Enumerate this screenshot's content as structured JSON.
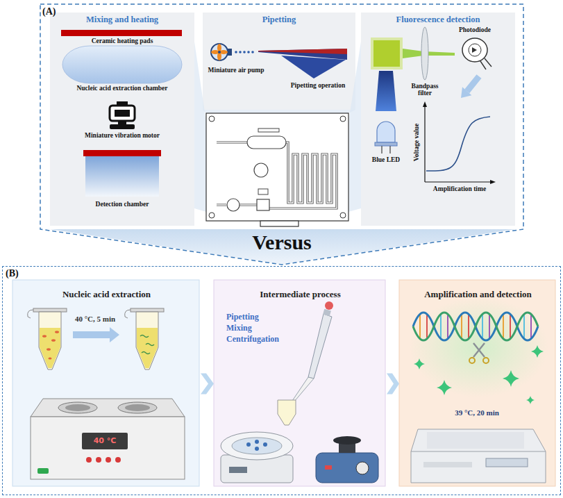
{
  "diagram": {
    "nodes": [
      {
        "text": [
          "(A)"
        ]
      },
      {
        "text": [
          "Mixing and heating"
        ],
        "in": 0
      },
      {
        "text": [
          "Pipetting"
        ],
        "in": 0
      },
      {
        "text": [
          "Fluorescence detection"
        ],
        "in": 0
      },
      {
        "text": [
          "(B)"
        ]
      },
      {
        "text": [
          "Nucleic acid extraction"
        ],
        "in": 4
      },
      {
        "text": [
          "Intermediate process"
        ],
        "in": 4
      },
      {
        "text": [
          "Amplification and detection"
        ],
        "in": 4
      }
    ],
    "edges": [
      {
        "from": 5,
        "to": 6,
        "arrow": "to"
      },
      {
        "from": 6,
        "to": 7,
        "arrow": "to"
      }
    ],
    "labels": [
      "Ceramic heating pads",
      "Nucleic acid extraction chamber",
      "Miniature vibration motor",
      "Detection chamber",
      "Miniature air pump",
      "Pipetting operation",
      "Bandpass filter",
      "Photodiode",
      "Blue LED",
      "Voltage value",
      "Amplification time",
      "Versus",
      "40 °C, 5 min",
      "40 °C",
      "Pipetting Mixing Centrifugation",
      "39 °C, 20 min"
    ]
  }
}
